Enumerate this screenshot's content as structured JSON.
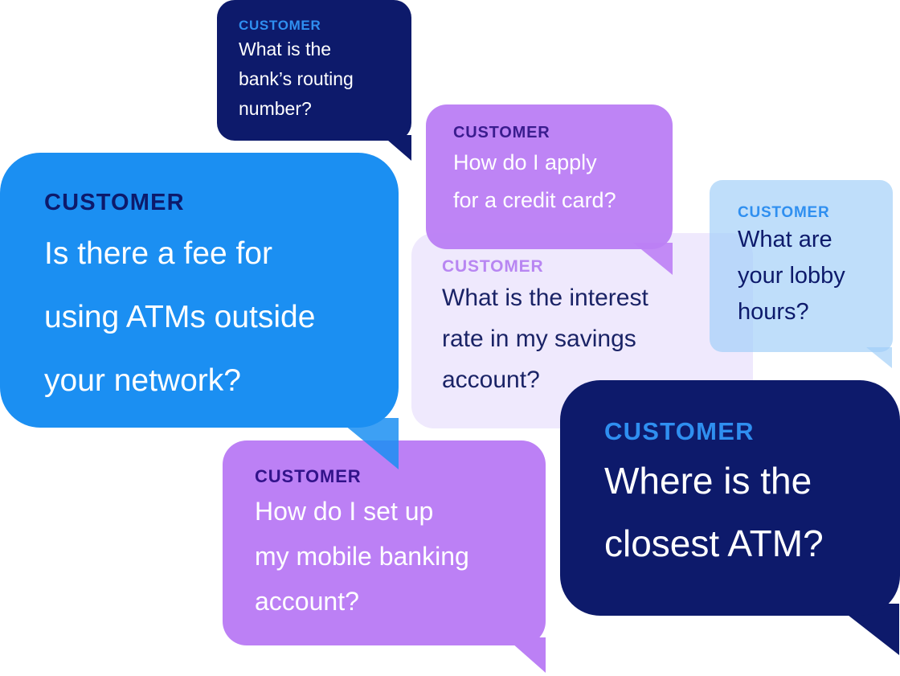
{
  "bubbles": [
    {
      "label": "CUSTOMER",
      "lines": [
        "What is the",
        "bank’s routing",
        "number?"
      ]
    },
    {
      "label": "CUSTOMER",
      "lines": [
        "How do I apply",
        "for a credit card?"
      ]
    },
    {
      "label": "CUSTOMER",
      "lines": [
        "What is the interest",
        "rate in my savings",
        "account?"
      ]
    },
    {
      "label": "CUSTOMER",
      "lines": [
        "What are",
        "your lobby",
        "hours?"
      ]
    },
    {
      "label": "CUSTOMER",
      "lines": [
        "Is there a fee for",
        "using ATMs outside",
        "your network?"
      ]
    },
    {
      "label": "CUSTOMER",
      "lines": [
        "How do I set up",
        "my mobile banking",
        "account?"
      ]
    },
    {
      "label": "CUSTOMER",
      "lines": [
        "Where is the",
        "closest ATM?"
      ]
    }
  ],
  "colors": {
    "navy": "#0d1a6b",
    "bright_blue": "#1b8ff2",
    "purple": "#bc80f5",
    "lavender": "#efe9fd",
    "light_blue": "#a0cef8",
    "accent_blue": "#2f8ff0",
    "deep_purple": "#32138a"
  }
}
